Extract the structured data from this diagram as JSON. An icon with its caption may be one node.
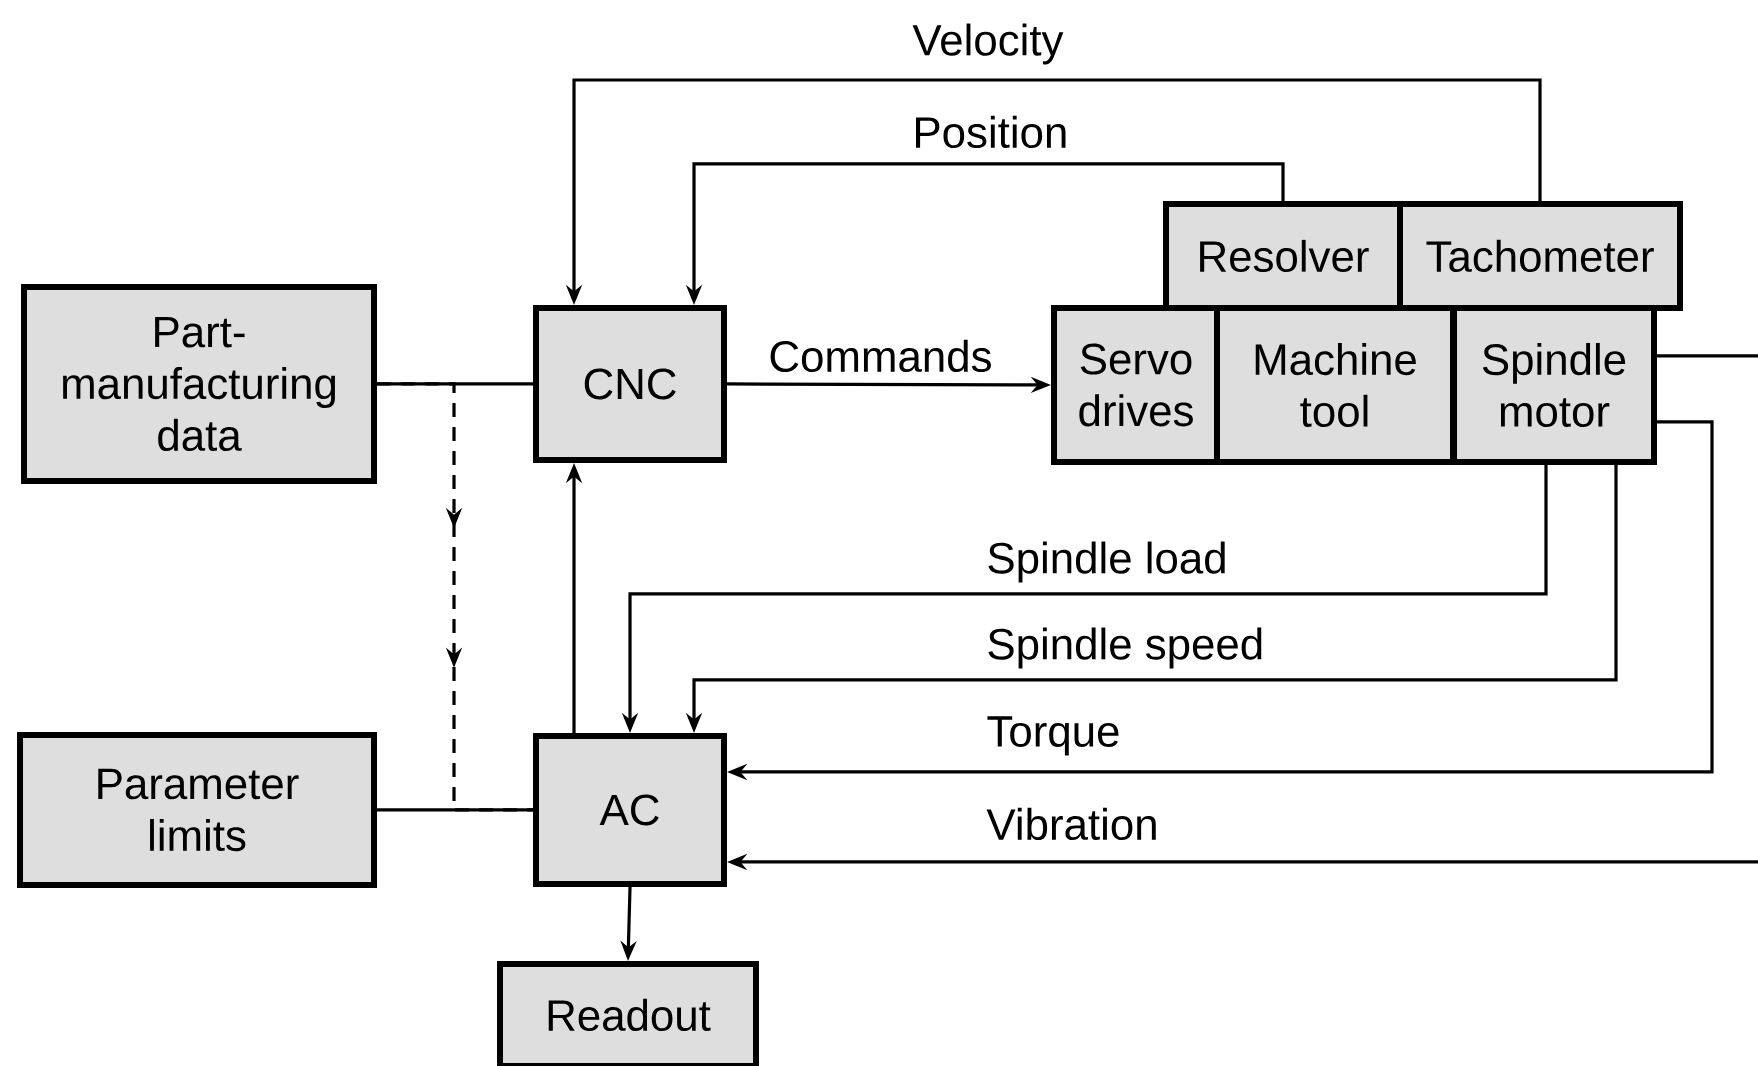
{
  "diagram": {
    "nodes": [
      {
        "text": [
          "Part- manufacturing data"
        ]
      },
      {
        "text": [
          "CNC"
        ]
      },
      {
        "text": [
          "Resolver"
        ]
      },
      {
        "text": [
          "Tachometer"
        ]
      },
      {
        "text": [
          "Servo drives"
        ]
      },
      {
        "text": [
          "Machine tool"
        ]
      },
      {
        "text": [
          "Spindle motor"
        ]
      },
      {
        "text": [
          "Parameter limits"
        ]
      },
      {
        "text": [
          "AC"
        ]
      },
      {
        "text": [
          "Readout"
        ]
      }
    ],
    "edges": [
      {
        "from": 0,
        "to": 1,
        "arrow": "none"
      },
      {
        "from": 0,
        "to": 8,
        "arrow": "to",
        "style": "dashed"
      },
      {
        "from": 1,
        "to": 4,
        "arrow": "to",
        "label": "Commands"
      },
      {
        "from": 3,
        "to": 1,
        "arrow": "to",
        "label": "Velocity"
      },
      {
        "from": 2,
        "to": 1,
        "arrow": "to",
        "label": "Position"
      },
      {
        "from": 8,
        "to": 1,
        "arrow": "to"
      },
      {
        "from": 6,
        "to": 8,
        "arrow": "to",
        "label": "Spindle load"
      },
      {
        "from": 6,
        "to": 8,
        "arrow": "to",
        "label": "Spindle speed"
      },
      {
        "from": 6,
        "to": 8,
        "arrow": "to",
        "label": "Torque"
      },
      {
        "from": null,
        "to": 8,
        "arrow": "to",
        "label": "Vibration"
      },
      {
        "from": 6,
        "to": null,
        "arrow": "none"
      },
      {
        "from": 8,
        "to": 9,
        "arrow": "to"
      },
      {
        "from": 7,
        "to": 8,
        "arrow": "none"
      }
    ]
  }
}
